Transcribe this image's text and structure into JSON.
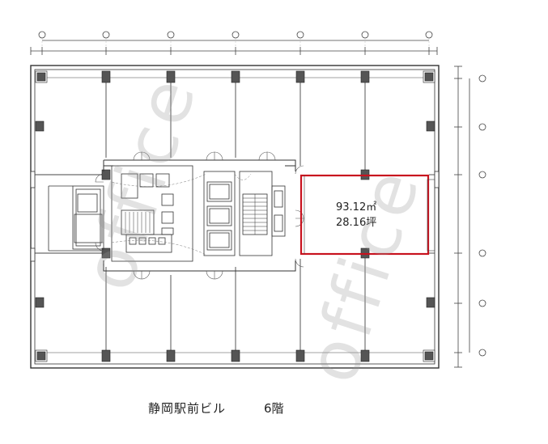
{
  "caption": {
    "building_name": "静岡駅前ビル",
    "floor": "6階"
  },
  "vacancy": {
    "area_sqm": "93.12㎡",
    "area_tsubo": "28.16坪",
    "highlight_color": "#c8121e"
  },
  "watermark": "office",
  "colors": {
    "line": "#333333",
    "light_line": "#888888"
  }
}
